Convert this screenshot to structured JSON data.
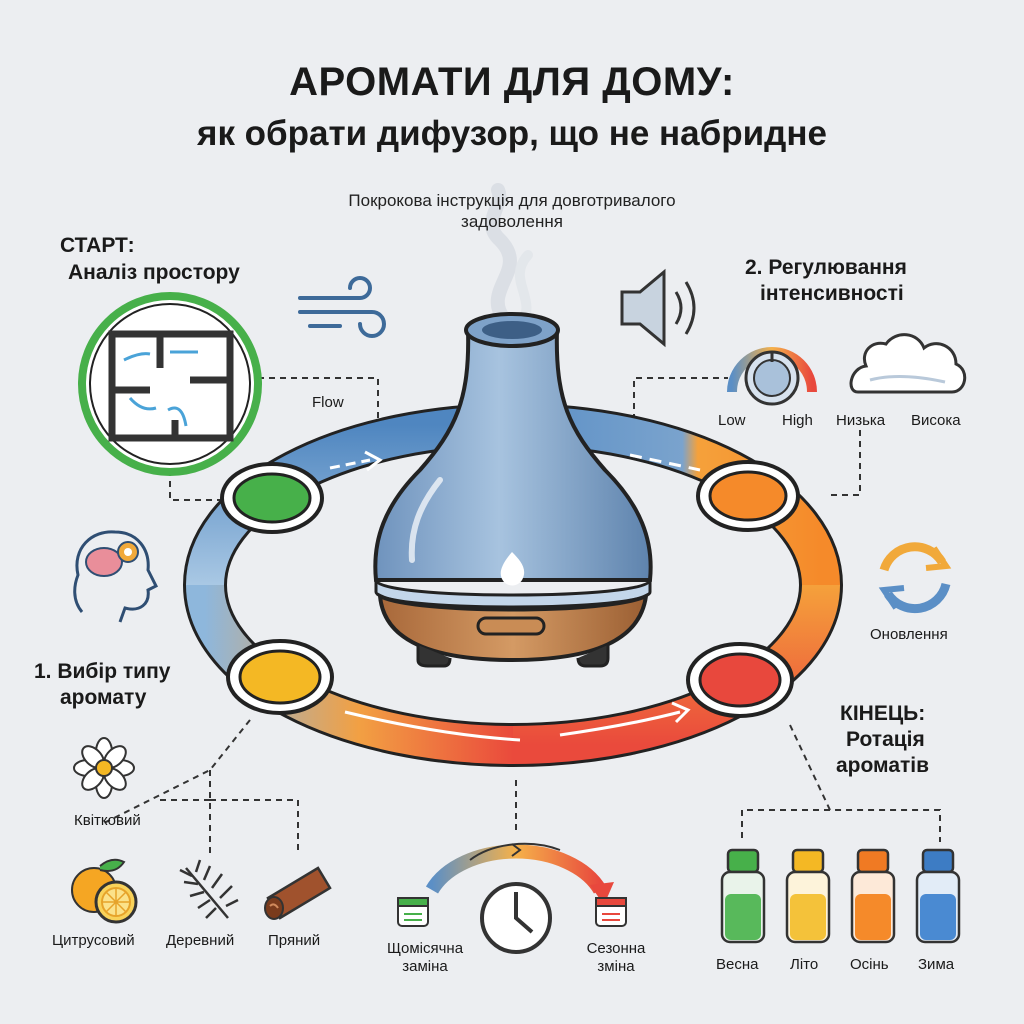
{
  "header": {
    "title_line1": "АРОМАТИ ДЛЯ ДОМУ:",
    "title_line2": "як обрати дифузор, що не набридне",
    "subtitle": "Покрокова інструкція для довготривалого задоволення"
  },
  "start": {
    "line1": "СТАРТ:",
    "line2": "Аналіз простору",
    "flow_label": "Flow"
  },
  "step1": {
    "line1": "1. Вибір типу",
    "line2": "аромату",
    "types": [
      "Квітковий",
      "Цитрусовий",
      "Деревний",
      "Пряний"
    ]
  },
  "step2": {
    "line1": "2. Регулювання",
    "line2": "інтенсивності",
    "dial_low": "Low",
    "dial_high": "High",
    "cloud_low": "Низька",
    "cloud_high": "Висока"
  },
  "refresh": {
    "label": "Оновлення"
  },
  "cycle": {
    "monthly_line1": "Щомісячна",
    "monthly_line2": "заміна",
    "seasonal_line1": "Сезонна",
    "seasonal_line2": "зміна"
  },
  "end": {
    "line1": "КІНЕЦЬ:",
    "line2": "Ротація",
    "line3": "ароматів",
    "seasons": [
      "Весна",
      "Літо",
      "Осінь",
      "Зима"
    ]
  },
  "colors": {
    "green": "#47b04a",
    "yellow": "#f4b824",
    "orange": "#f58a2a",
    "red": "#e8483d",
    "blue_ring": "#5b8fc6",
    "diffuser_glass": "#86a9cf",
    "diffuser_wood": "#c0814a"
  }
}
